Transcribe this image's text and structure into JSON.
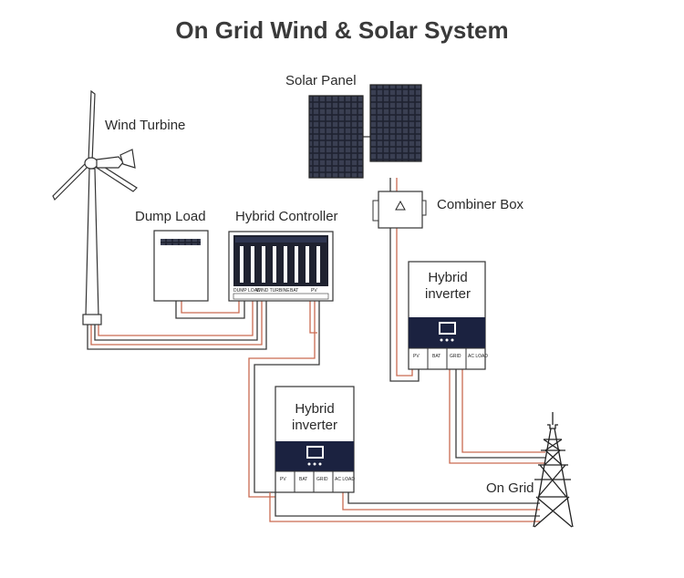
{
  "title": "On Grid Wind & Solar System",
  "labels": {
    "wind_turbine": "Wind Turbine",
    "solar_panel": "Solar Panel",
    "combiner_box": "Combiner Box",
    "dump_load": "Dump Load",
    "hybrid_controller": "Hybrid Controller",
    "hybrid_inverter_top": "Hybrid inverter",
    "hybrid_inverter_bottom": "Hybrid inverter",
    "on_grid": "On Grid"
  },
  "controller_terminals": {
    "dump_load": "DUMP LOAD",
    "wind_turbine": "WIND TURBINE",
    "bat": "BAT",
    "pv": "PV"
  },
  "inverter_terminals": {
    "pv": "PV",
    "bat": "BAT",
    "grid": "GRID",
    "ac_load": "AC LOAD"
  },
  "colors": {
    "wire_dark": "#3b3b3b",
    "wire_red": "#c96a50",
    "outline": "#333333",
    "panel_fill": "#1f2230",
    "inverter_band": "#1b2240"
  }
}
